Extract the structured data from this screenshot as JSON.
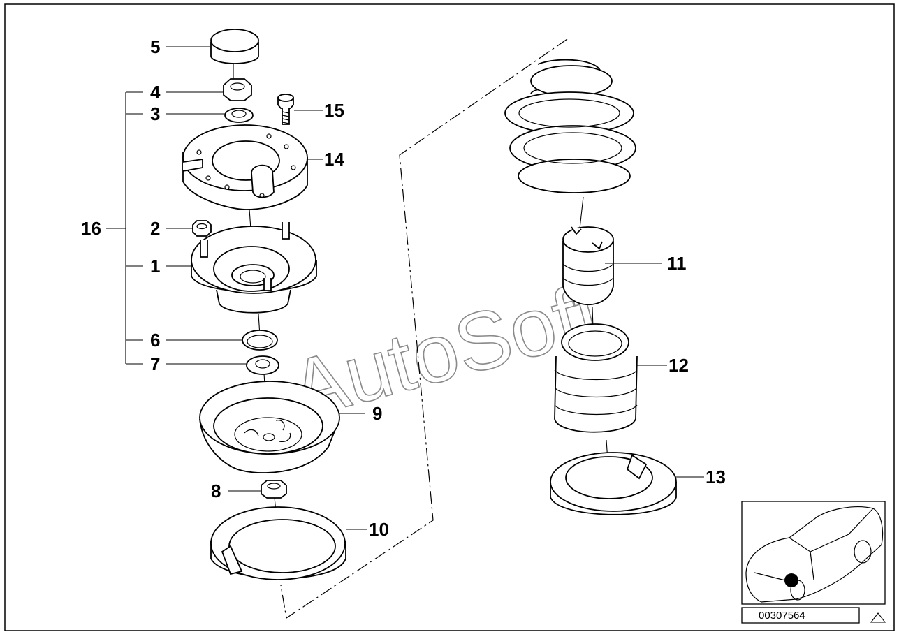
{
  "callouts": {
    "c1": "1",
    "c2": "2",
    "c3": "3",
    "c4": "4",
    "c5": "5",
    "c6": "6",
    "c7": "7",
    "c8": "8",
    "c9": "9",
    "c10": "10",
    "c11": "11",
    "c12": "12",
    "c13": "13",
    "c14": "14",
    "c15": "15",
    "c16": "16"
  },
  "watermark": "AutoSoft",
  "doc_number": "00307564",
  "icons": {
    "thumbnail": "car-location-thumbnail",
    "marker": "location-dot-icon",
    "corner": "triangle-outline-icon"
  },
  "colors": {
    "line": "#000000",
    "watermark": "#8a8a8a",
    "background": "#ffffff"
  }
}
